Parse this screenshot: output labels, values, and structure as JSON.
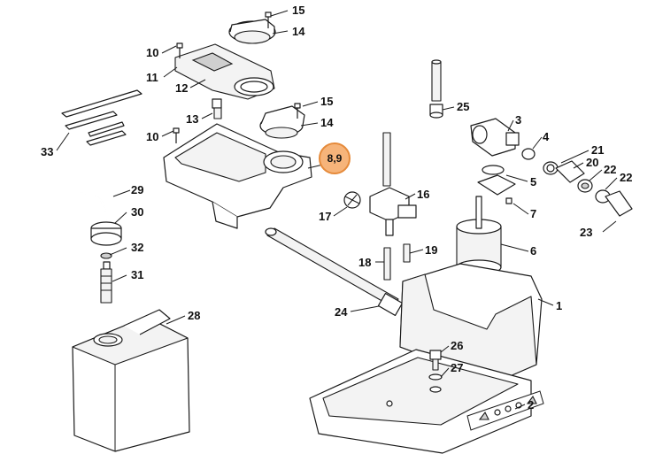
{
  "callouts": [
    {
      "id": "15a",
      "text": "15"
    },
    {
      "id": "14a",
      "text": "14"
    },
    {
      "id": "10a",
      "text": "10"
    },
    {
      "id": "11",
      "text": "11"
    },
    {
      "id": "12",
      "text": "12"
    },
    {
      "id": "33",
      "text": "33"
    },
    {
      "id": "15b",
      "text": "15"
    },
    {
      "id": "14b",
      "text": "14"
    },
    {
      "id": "13",
      "text": "13"
    },
    {
      "id": "10b",
      "text": "10"
    },
    {
      "id": "29",
      "text": "29"
    },
    {
      "id": "30",
      "text": "30"
    },
    {
      "id": "32",
      "text": "32"
    },
    {
      "id": "31",
      "text": "31"
    },
    {
      "id": "28",
      "text": "28"
    },
    {
      "id": "25",
      "text": "25"
    },
    {
      "id": "3",
      "text": "3"
    },
    {
      "id": "4",
      "text": "4"
    },
    {
      "id": "21",
      "text": "21"
    },
    {
      "id": "20",
      "text": "20"
    },
    {
      "id": "22a",
      "text": "22"
    },
    {
      "id": "22b",
      "text": "22"
    },
    {
      "id": "5",
      "text": "5"
    },
    {
      "id": "7",
      "text": "7"
    },
    {
      "id": "23",
      "text": "23"
    },
    {
      "id": "16",
      "text": "16"
    },
    {
      "id": "17",
      "text": "17"
    },
    {
      "id": "6",
      "text": "6"
    },
    {
      "id": "19",
      "text": "19"
    },
    {
      "id": "18",
      "text": "18"
    },
    {
      "id": "24",
      "text": "24"
    },
    {
      "id": "1",
      "text": "1"
    },
    {
      "id": "26",
      "text": "26"
    },
    {
      "id": "27",
      "text": "27"
    },
    {
      "id": "2",
      "text": "2"
    }
  ],
  "highlight": {
    "text": "8,9",
    "color": "#f6b47a"
  }
}
